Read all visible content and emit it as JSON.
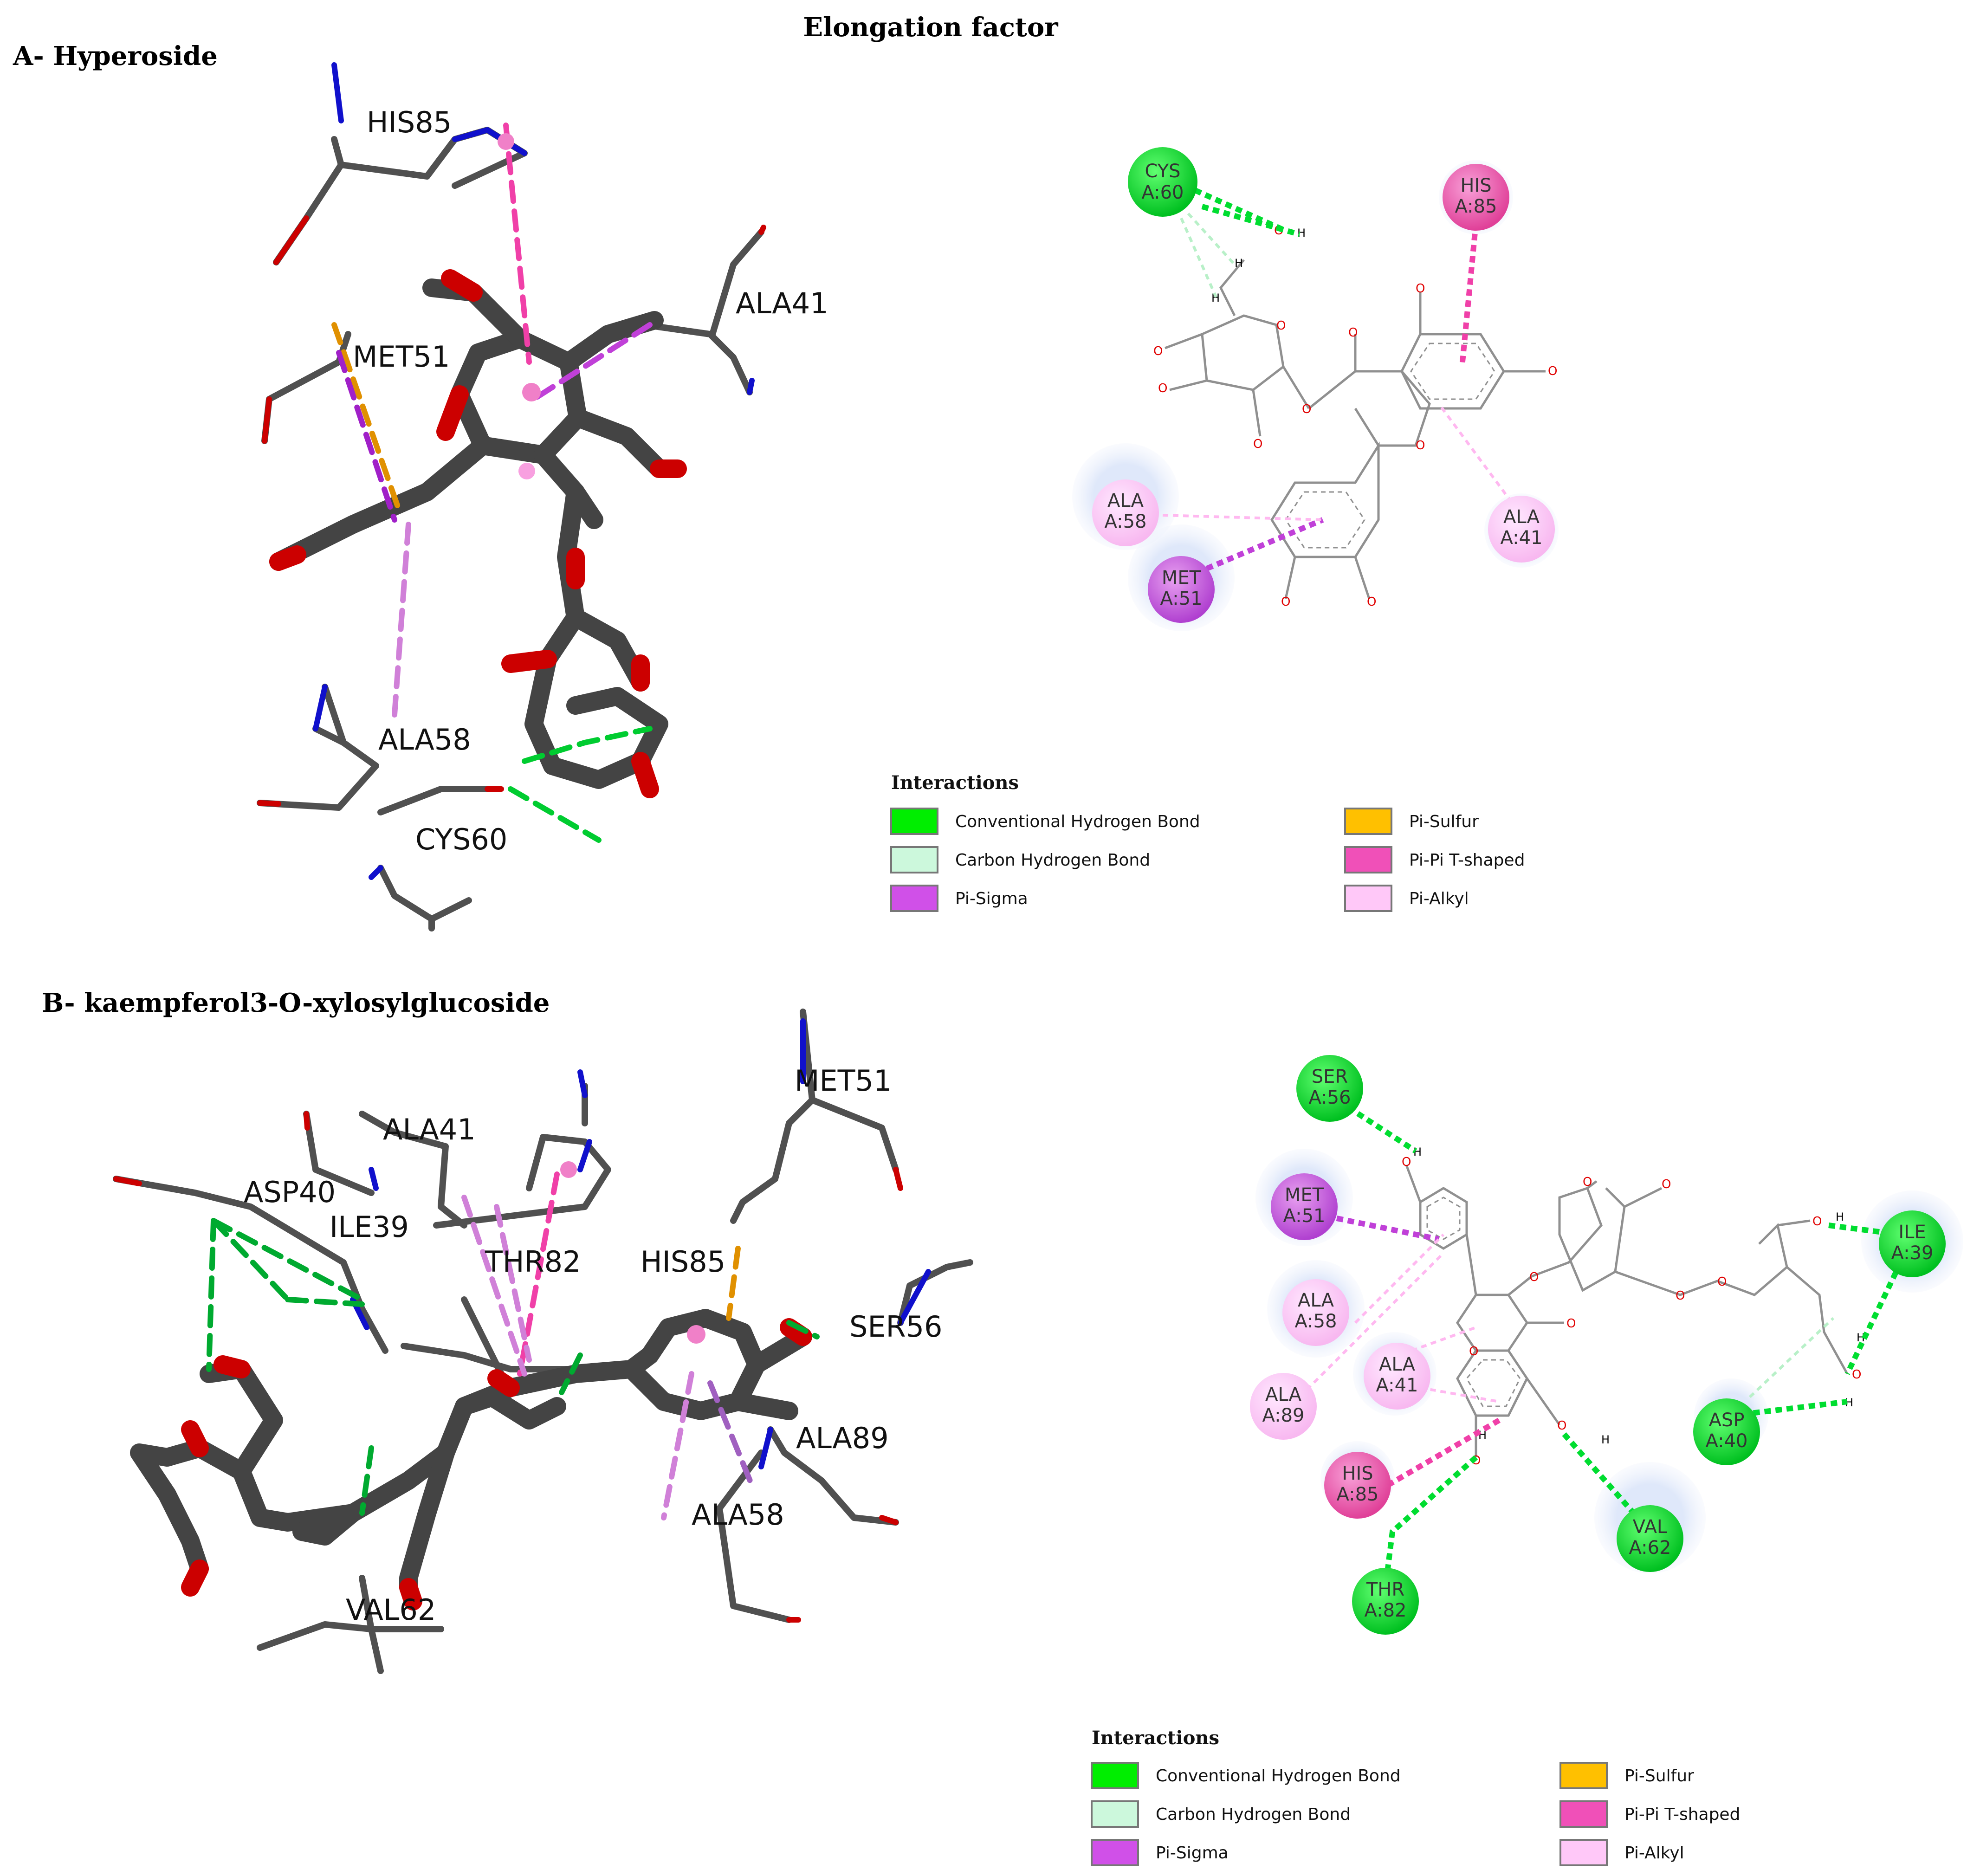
{
  "title": "Elongation factor",
  "panels": [
    {
      "label": "A- Hyperoside",
      "labels_3d": [
        "HIS85",
        "ALA41",
        "MET51",
        "ALA58",
        "CYS60"
      ],
      "residues_2d": [
        {
          "line1": "CYS",
          "line2": "A:60",
          "type": "conventional"
        },
        {
          "line1": "HIS",
          "line2": "A:85",
          "type": "pipi"
        },
        {
          "line1": "ALA",
          "line2": "A:58",
          "type": "alkyl"
        },
        {
          "line1": "MET",
          "line2": "A:51",
          "type": "sigma"
        },
        {
          "line1": "ALA",
          "line2": "A:41",
          "type": "alkyl"
        }
      ]
    },
    {
      "label": "B- kaempferol3-O-xylosylglucoside",
      "labels_3d": [
        "MET51",
        "ALA41",
        "ASP40",
        "ILE39",
        "THR82",
        "HIS85",
        "SER56",
        "ALA89",
        "ALA58",
        "VAL62"
      ],
      "residues_2d": [
        {
          "line1": "SER",
          "line2": "A:56",
          "type": "conventional"
        },
        {
          "line1": "MET",
          "line2": "A:51",
          "type": "sigma"
        },
        {
          "line1": "ALA",
          "line2": "A:58",
          "type": "alkyl"
        },
        {
          "line1": "ALA",
          "line2": "A:89",
          "type": "alkyl"
        },
        {
          "line1": "ALA",
          "line2": "A:41",
          "type": "alkyl"
        },
        {
          "line1": "HIS",
          "line2": "A:85",
          "type": "pipi"
        },
        {
          "line1": "THR",
          "line2": "A:82",
          "type": "conventional"
        },
        {
          "line1": "VAL",
          "line2": "A:62",
          "type": "conventional"
        },
        {
          "line1": "ASP",
          "line2": "A:40",
          "type": "conventional"
        },
        {
          "line1": "ILE",
          "line2": "A:39",
          "type": "conventional"
        }
      ]
    }
  ],
  "legend": {
    "title": "Interactions",
    "items": [
      {
        "label": "Conventional Hydrogen Bond",
        "color": "#00ee00"
      },
      {
        "label": "Carbon Hydrogen Bond",
        "color": "#ccf8dc"
      },
      {
        "label": "Pi-Sigma",
        "color": "#d050e8"
      },
      {
        "label": "Pi-Sulfur",
        "color": "#ffc000"
      },
      {
        "label": "Pi-Pi T-shaped",
        "color": "#f050b8"
      },
      {
        "label": "Pi-Alkyl",
        "color": "#ffc8f8"
      }
    ]
  },
  "atom_labels": {
    "oxygen": "O",
    "hydrogen": "H"
  },
  "colors": {
    "conventional": "#00dd30",
    "carbon_h": "#b8f0c8",
    "sigma": "#c040d8",
    "sulfur": "#e09000",
    "pipi": "#f040a8",
    "alkyl": "#ffb8f0",
    "stick_carbon": "#505050",
    "stick_oxygen": "#cc0000",
    "stick_nitrogen": "#1010cc"
  }
}
